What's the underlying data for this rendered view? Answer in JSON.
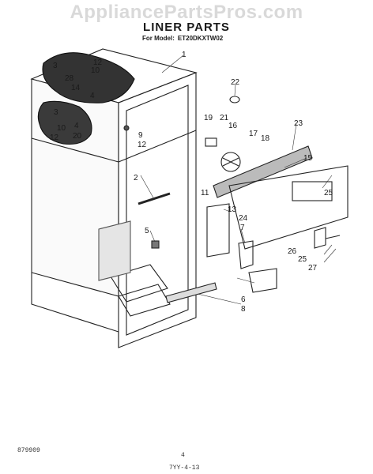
{
  "watermark": "AppliancePartsPros.com",
  "title": "LINER PARTS",
  "model_prefix": "For Model:",
  "model_number": "ET20DKXTW02",
  "callouts": {
    "c1": "1",
    "c2": "2",
    "c3": "3",
    "c4": "4",
    "c5": "5",
    "c6": "6",
    "c7": "7",
    "c8": "8",
    "c9": "9",
    "c10a": "10",
    "c10b": "10",
    "c11": "11",
    "c12a": "12",
    "c12b": "12",
    "c12c": "12",
    "c13": "13",
    "c14": "14",
    "c15": "15",
    "c16": "16",
    "c17": "17",
    "c18": "18",
    "c19": "19",
    "c20": "20",
    "c21": "21",
    "c22": "22",
    "c23": "23",
    "c24": "24",
    "c25a": "25",
    "c25b": "25",
    "c26": "26",
    "c27": "27",
    "c28": "28",
    "c4b": "4",
    "c3b": "3"
  },
  "footer": {
    "left_code": "879909",
    "page_number": "4",
    "right_code": "7YY-4-13"
  }
}
